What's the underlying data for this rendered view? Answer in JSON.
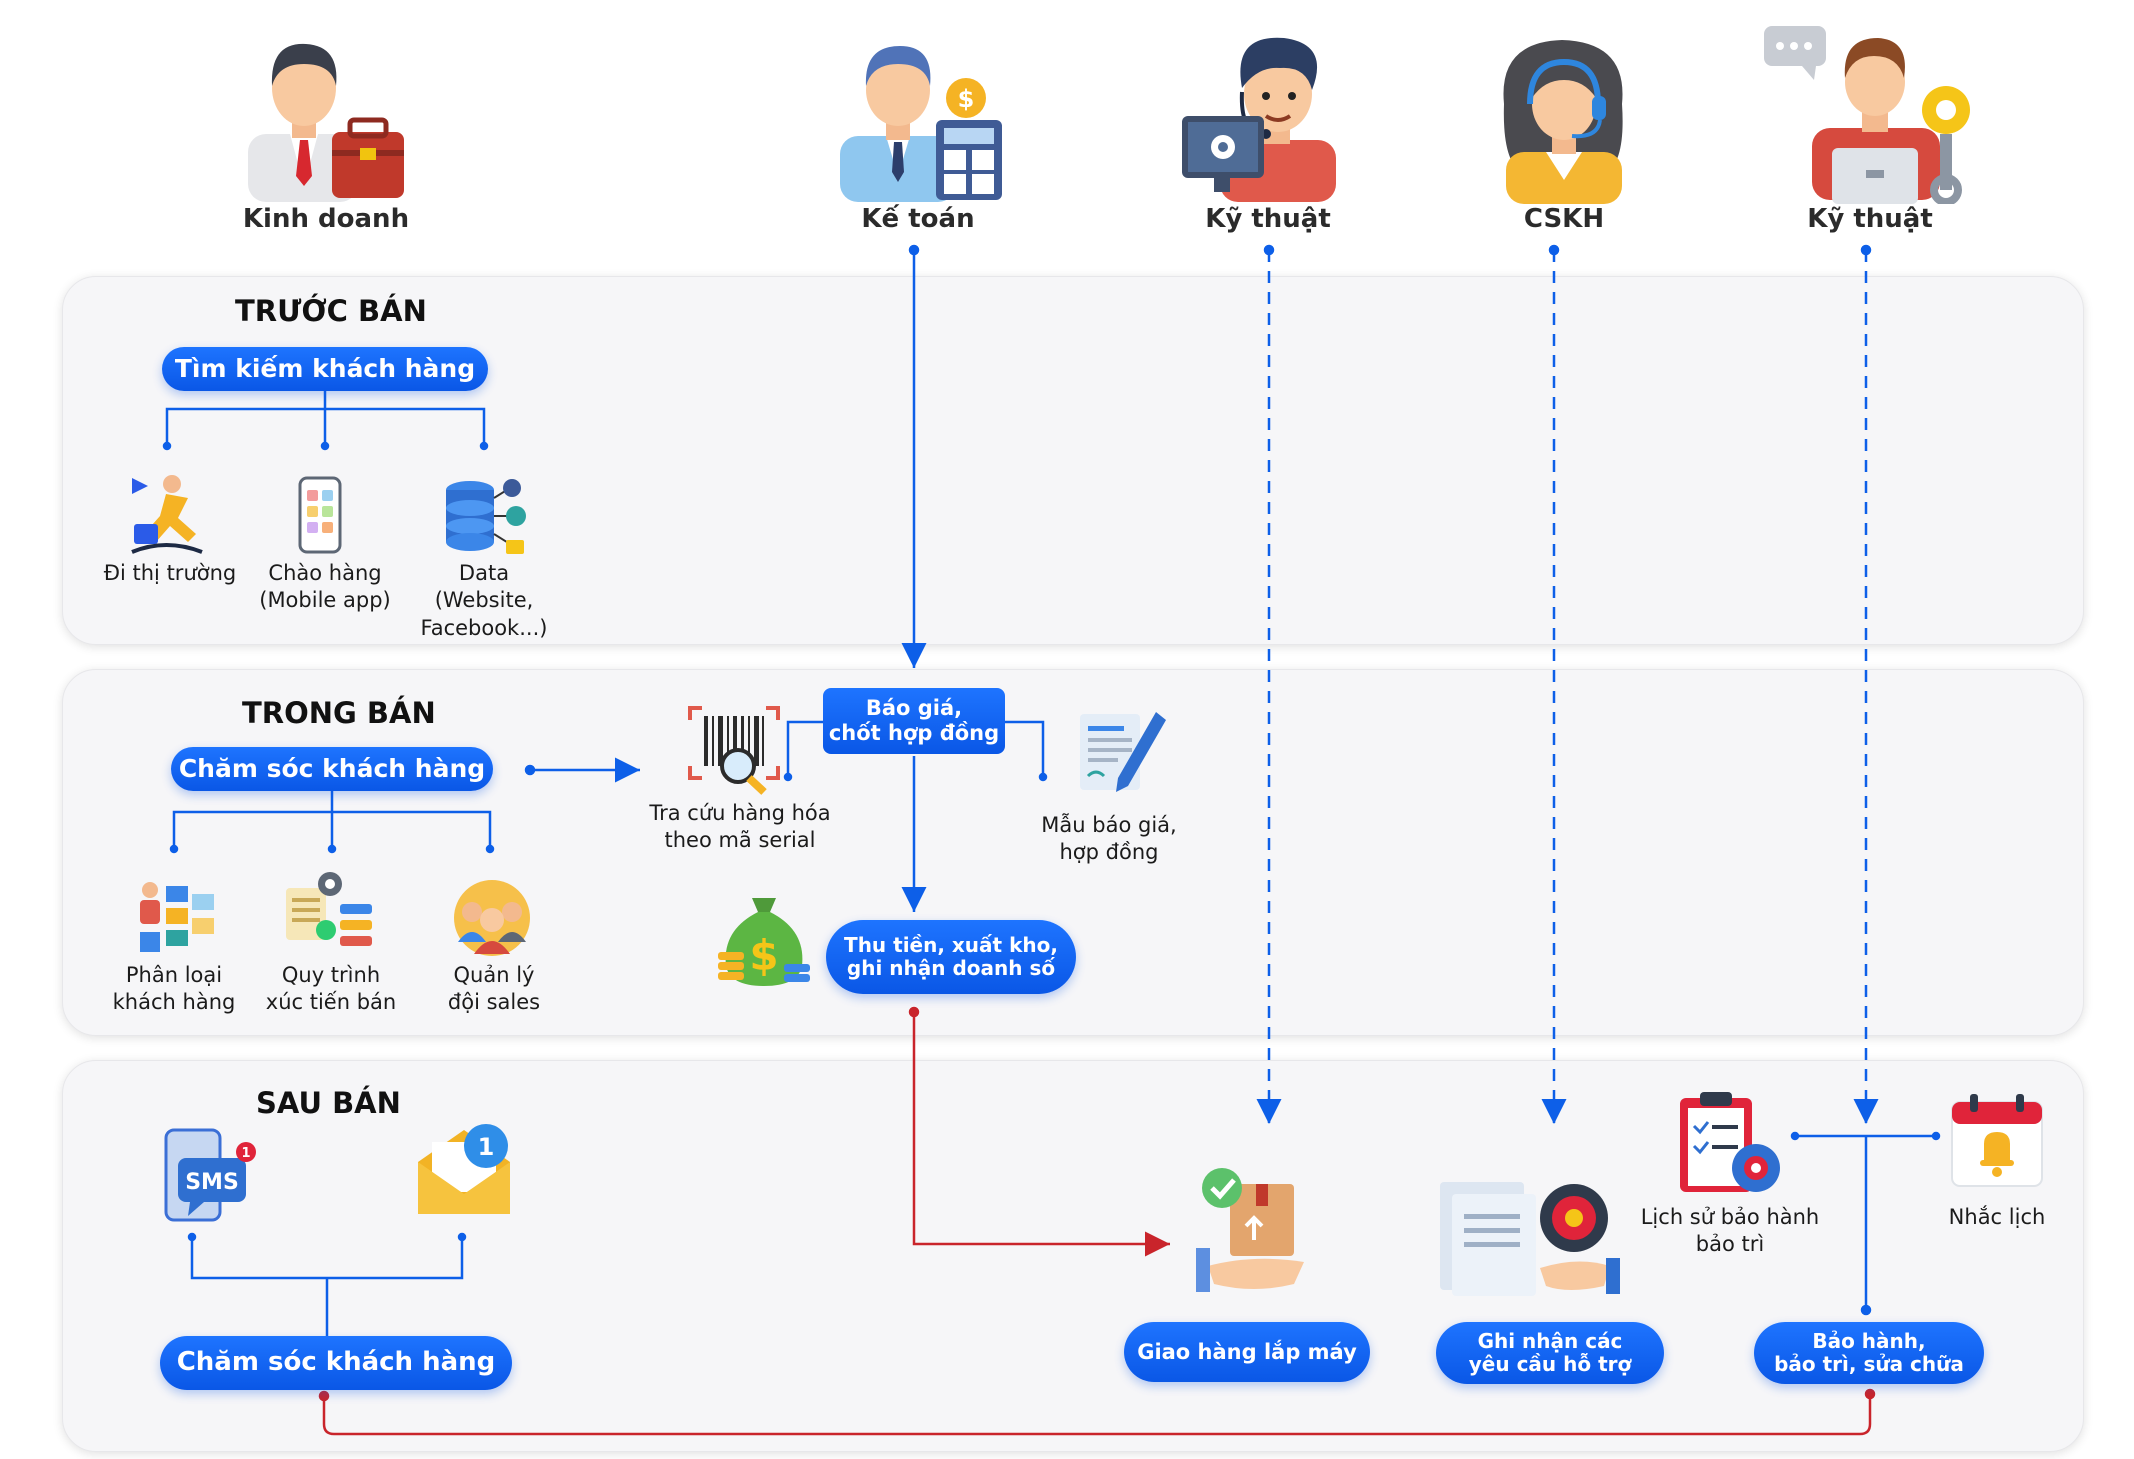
{
  "roles": [
    {
      "name": "Kinh doanh",
      "icon": "salesman-icon"
    },
    {
      "name": "Kế toán",
      "icon": "accountant-icon"
    },
    {
      "name": "Kỹ thuật",
      "icon": "technician-computer-icon"
    },
    {
      "name": "CSKH",
      "icon": "customer-support-icon"
    },
    {
      "name": "Kỹ thuật",
      "icon": "technician-gear-icon"
    }
  ],
  "sections": {
    "truoc_ban": {
      "title": "TRƯỚC BÁN",
      "pill": "Tìm kiếm khách hàng",
      "items": [
        {
          "label": "Đi thị trường",
          "icon": "running-marketer-icon"
        },
        {
          "label": "Chào hàng\n(Mobile app)",
          "icon": "mobile-app-icon"
        },
        {
          "label": "Data\n(Website,\nFacebook...)",
          "icon": "database-icon"
        }
      ]
    },
    "trong_ban": {
      "title": "TRONG BÁN",
      "pill": "Chăm sóc khách hàng",
      "items": [
        {
          "label": "Phân loại\nkhách hàng",
          "icon": "classify-customer-icon"
        },
        {
          "label": "Quy trình\nxúc tiến bán",
          "icon": "sales-process-icon"
        },
        {
          "label": "Quản lý\nđội sales",
          "icon": "sales-team-icon"
        }
      ],
      "barcode_label": "Tra cứu hàng hóa\ntheo mã serial",
      "quote_box": "Báo giá,\nchốt hợp đồng",
      "template_label": "Mẫu báo giá,\nhợp đồng",
      "payment_pill": "Thu tiền, xuất kho,\nghi nhận doanh số"
    },
    "sau_ban": {
      "title": "SAU BÁN",
      "pill": "Chăm sóc khách hàng",
      "sms_text": "SMS",
      "sms_badge": "1",
      "mail_badge": "1",
      "delivery_pill": "Giao hàng lắp máy",
      "support_pill": "Ghi nhận các\nyêu cầu hỗ trợ",
      "warranty_pill": "Bảo hành,\nbảo trì, sửa chữa",
      "history_label": "Lịch sử bảo hành\nbảo trì",
      "reminder_label": "Nhắc lịch"
    }
  },
  "colors": {
    "primary_blue": "#0d5fe8",
    "flow_red": "#c9242b",
    "panel_bg": "#f6f6f8"
  }
}
